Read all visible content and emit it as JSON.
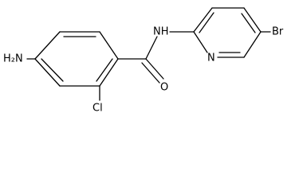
{
  "molecule": {
    "labels": {
      "amine": "H₂N",
      "amide_nh": "NH",
      "carbonyl_o": "O",
      "chlorine": "Cl",
      "pyridine_n": "N",
      "bromine": "Br"
    }
  }
}
